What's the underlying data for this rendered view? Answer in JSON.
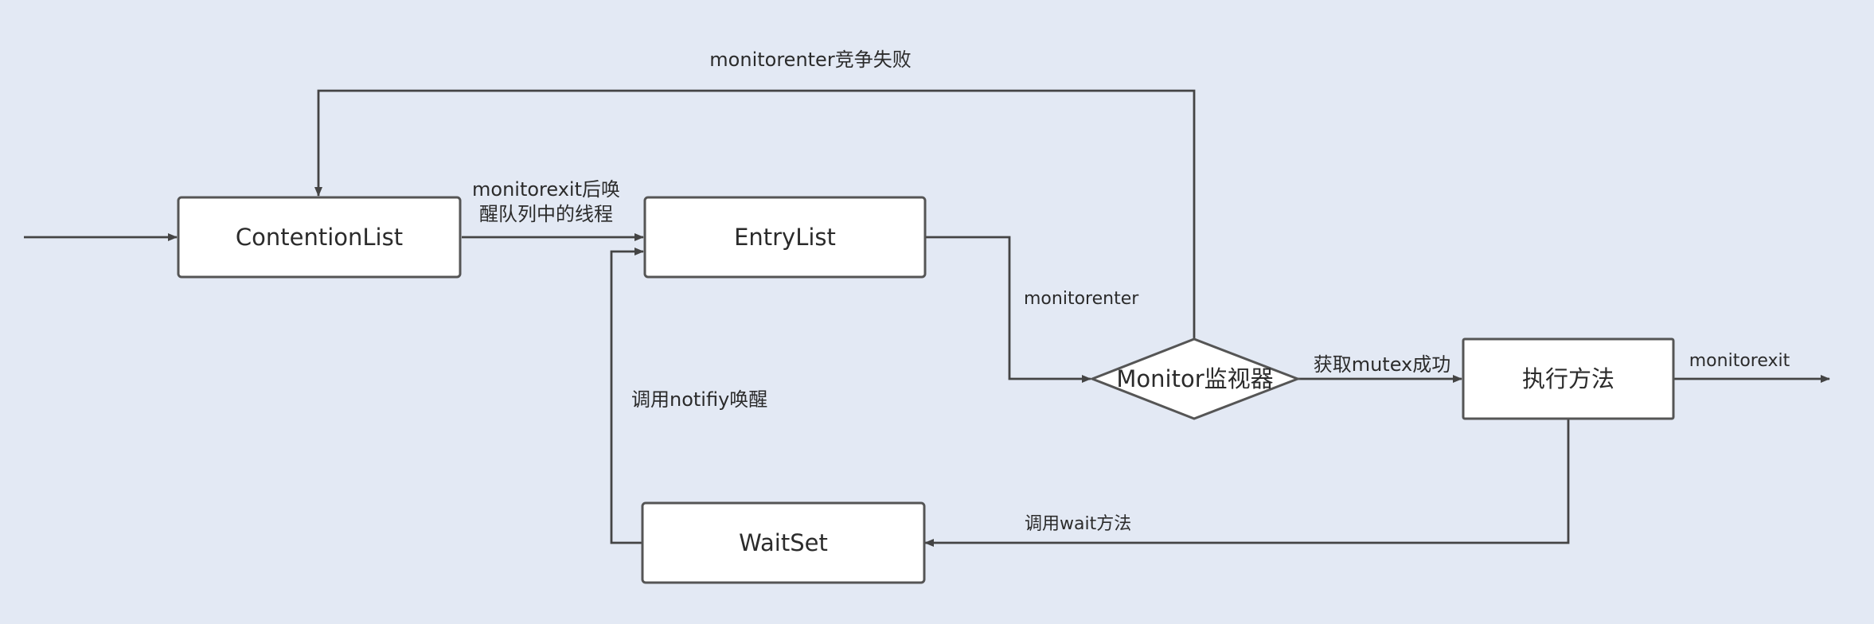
{
  "diagram": {
    "nodes": {
      "contention_list": "ContentionList",
      "entry_list": "EntryList",
      "monitor": "Monitor监视器",
      "execute": "执行方法",
      "wait_set": "WaitSet"
    },
    "edges": {
      "monitorenter_fail": "monitorenter竞争失败",
      "monitorexit_wake_line1": "monitorexit后唤",
      "monitorexit_wake_line2": "醒队列中的线程",
      "monitorenter": "monitorenter",
      "acquire_mutex": "获取mutex成功",
      "monitorexit": "monitorexit",
      "notify_wake": "调用notifiy唤醒",
      "call_wait": "调用wait方法"
    }
  }
}
